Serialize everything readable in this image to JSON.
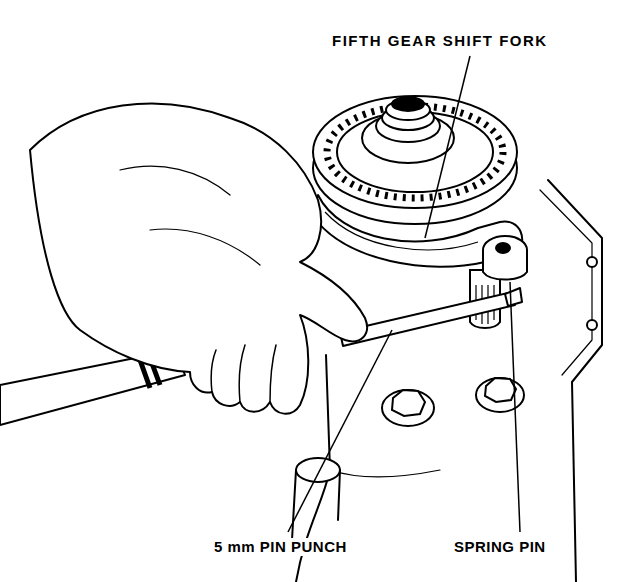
{
  "diagram": {
    "labels": [
      "FIFTH GEAR SHIFT FORK",
      "5 mm PIN PUNCH",
      "SPRING PIN"
    ]
  }
}
